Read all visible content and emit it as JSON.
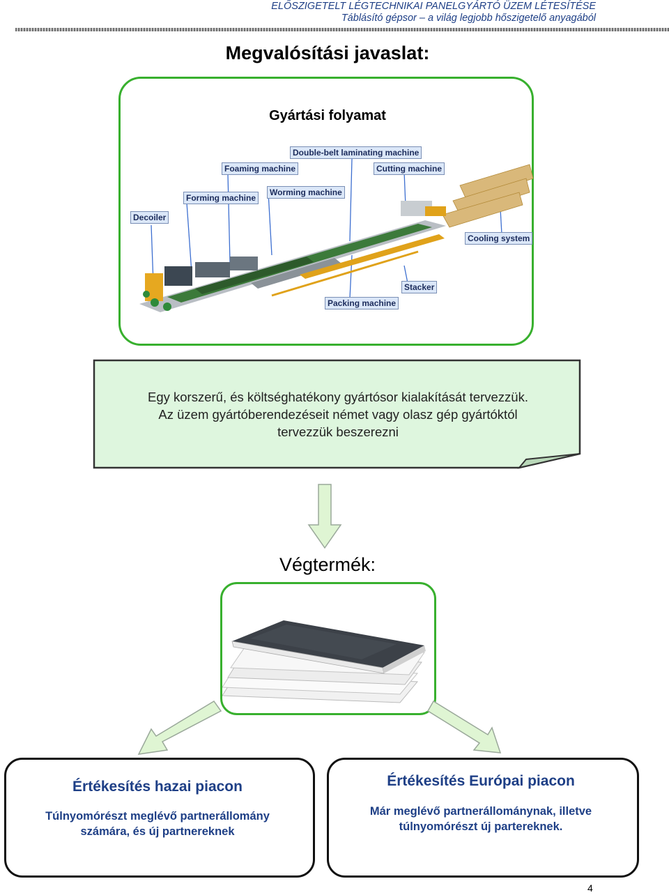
{
  "header": {
    "title": "ELŐSZIGETELT LÉGTECHNIKAI PANELGYÁRTÓ ÜZEM LÉTESÍTÉSE",
    "subtitle": "Táblásító gépsor – a világ legjobb hőszigetelő anyagából"
  },
  "main_title": "Megvalósítási javaslat:",
  "process": {
    "title": "Gyártási folyamat",
    "machines": {
      "decoiler": "Decoiler",
      "forming": "Forming machine",
      "foaming": "Foaming machine",
      "worming": "Worming machine",
      "laminating": "Double-belt laminating machine",
      "cutting": "Cutting machine",
      "cooling": "Cooling system",
      "stacker": "Stacker",
      "packing": "Packing machine"
    }
  },
  "note": {
    "line1": "Egy korszerű, és költséghatékony gyártósor kialakítását tervezzük.",
    "line2": "Az üzem gyártóberendezéseit német vagy olasz gép gyártóktól",
    "line3": "tervezzük beszerezni"
  },
  "product_title": "Végtermék:",
  "markets": {
    "domestic": {
      "title": "Értékesítés hazai piacon",
      "desc_line1": "Túlnyomórészt meglévő partnerállomány",
      "desc_line2": "számára, és új partnereknek"
    },
    "european": {
      "title": "Értékesítés Európai piacon",
      "desc_line1": "Már meglévő partnerállománynak, illetve",
      "desc_line2": "túlnyomórészt új parterek​nek."
    }
  },
  "page_number": "4",
  "colors": {
    "accent_green": "#38b02e",
    "note_fill": "#def6de",
    "header_blue": "#1e3f86",
    "arrow_fill": "#dff5d3",
    "arrow_stroke": "#9aa89a"
  }
}
